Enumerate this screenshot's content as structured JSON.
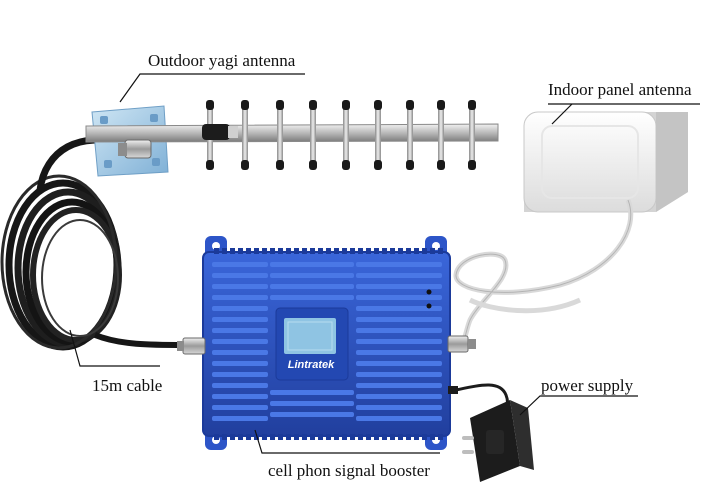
{
  "labels": {
    "yagi": "Outdoor yagi antenna",
    "panel": "Indoor panel antenna",
    "cable": "15m cable",
    "power": "power supply",
    "booster": "cell phon signal booster"
  },
  "brand": "Lintratek",
  "colors": {
    "booster_body": "#2d55c8",
    "booster_dark": "#1b3a9a",
    "booster_fin": "#4a78e6",
    "lcd_screen": "#8fc4e3",
    "cable_black": "#161616",
    "cable_white": "#d9d9d9",
    "panel_white": "#f2f2f2",
    "adapter_black": "#1c1c1c",
    "mount_blue": "#a9cfe8",
    "leader_line": "#111111"
  }
}
